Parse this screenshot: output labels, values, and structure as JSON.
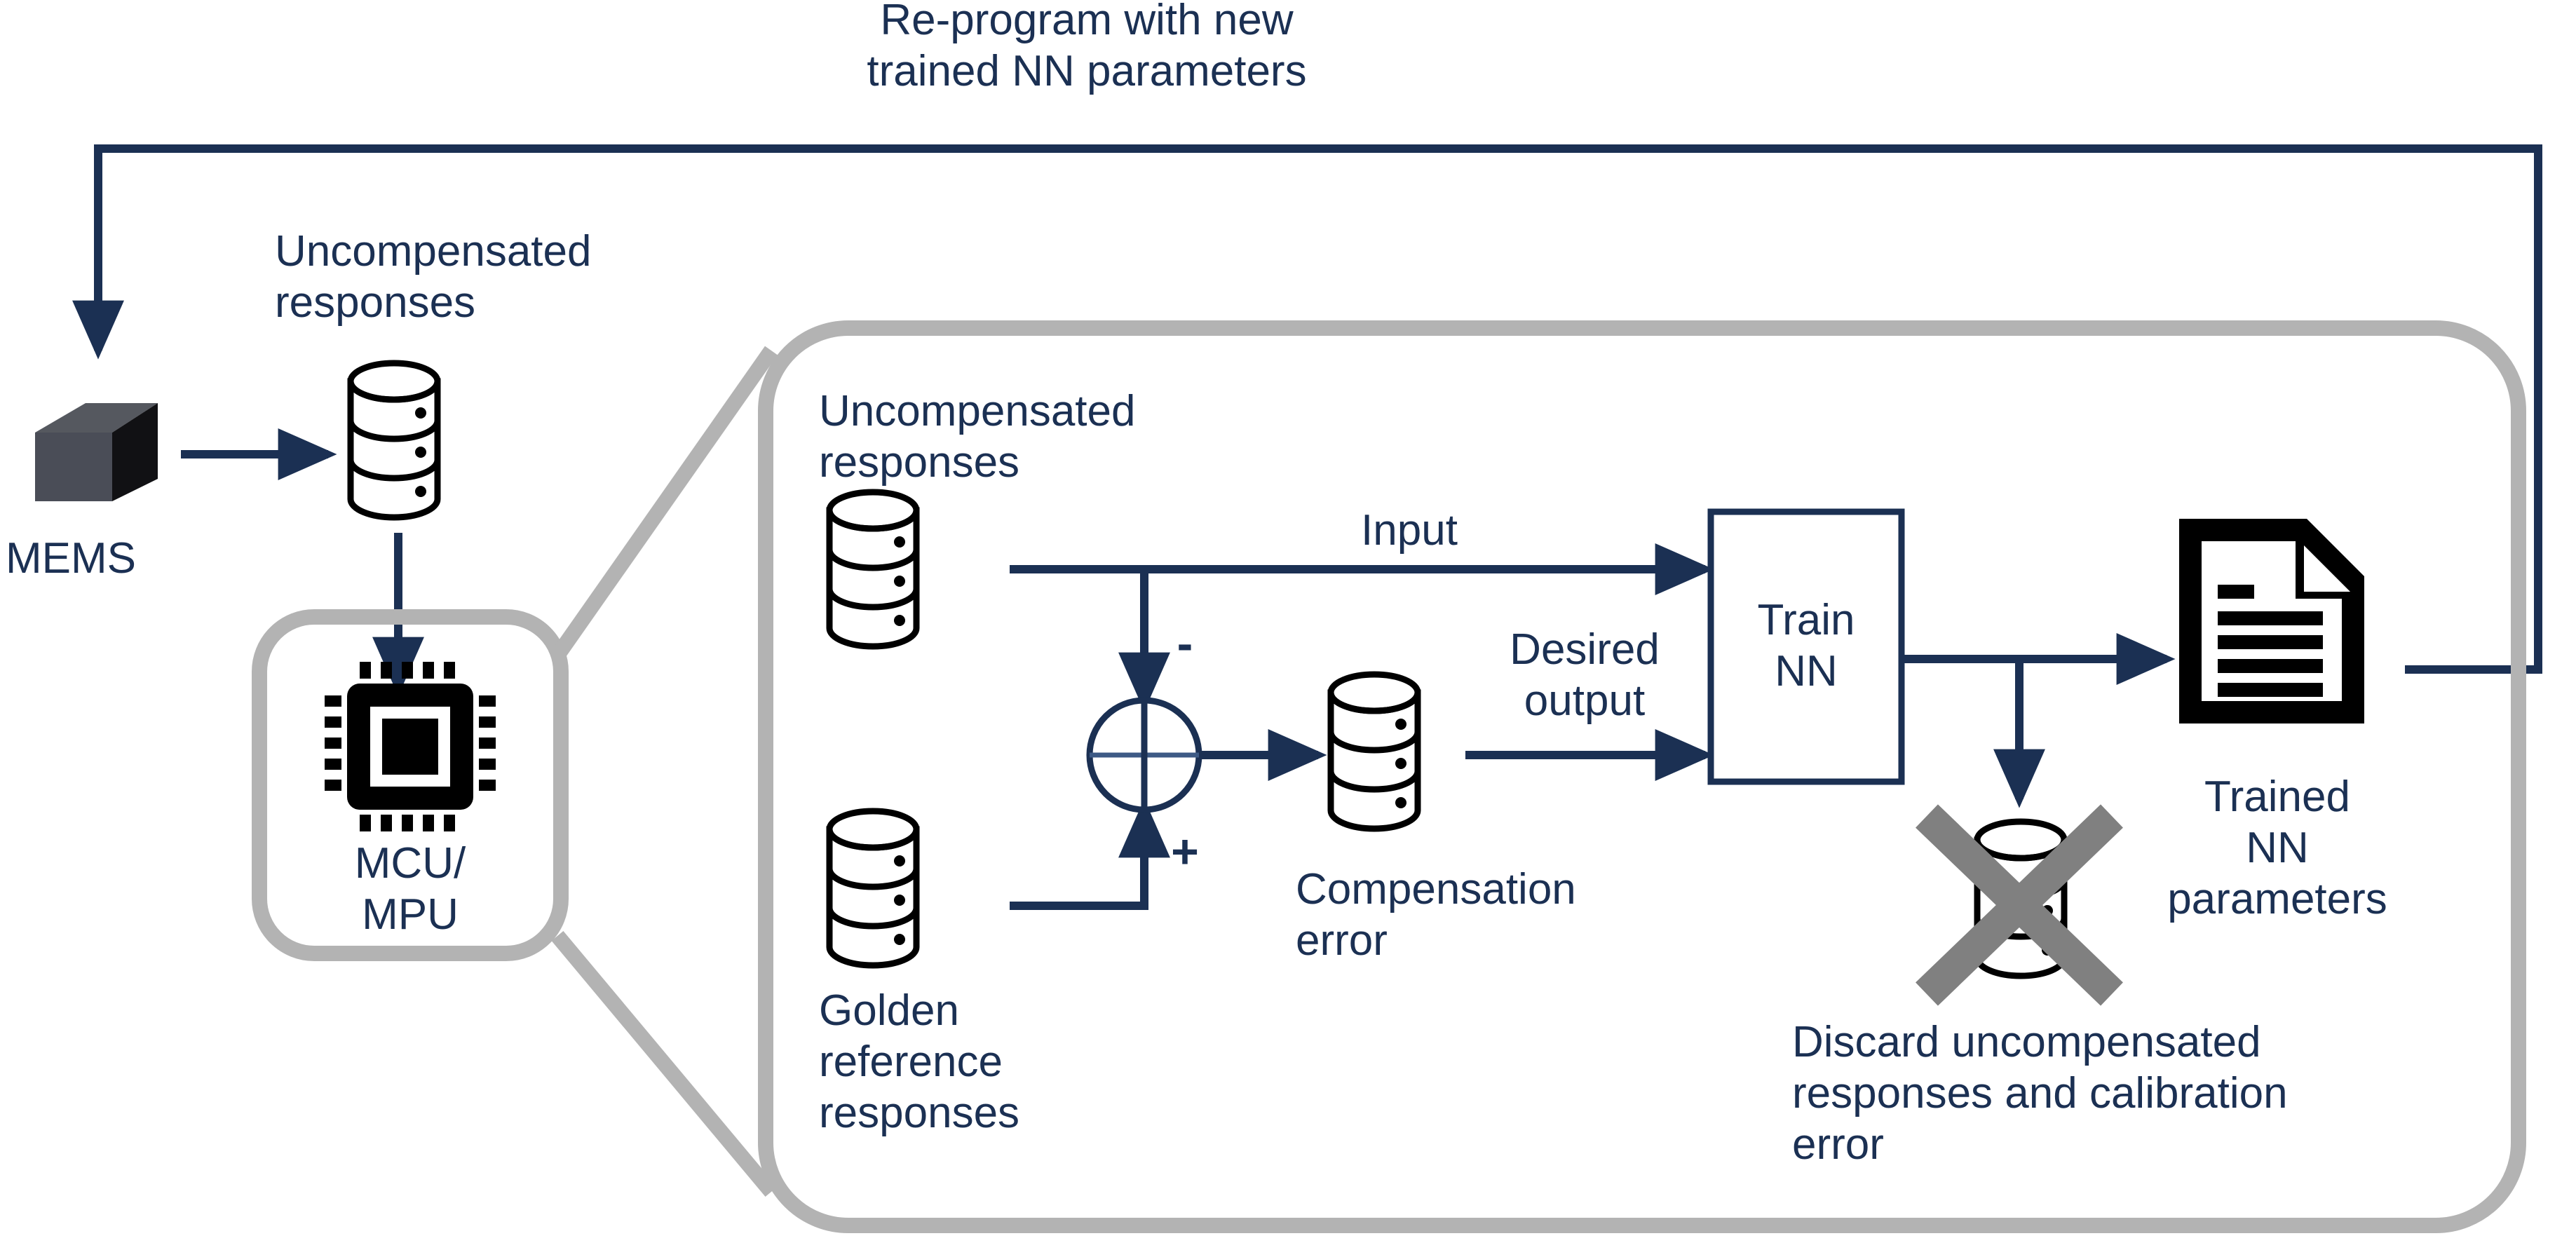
{
  "diagram": {
    "title_note": "Re-program with new\ntrained NN parameters",
    "colors": {
      "ink": "#1b3053",
      "panel_border": "#b3b3b3",
      "icon_black": "#000000",
      "mems_front": "#4a4d57",
      "mems_top": "#55585f",
      "mems_side": "#111114",
      "discard_x": "#808080",
      "canvas": "#ffffff"
    },
    "outer": {
      "feedback_label": "Re-program with new\ntrained NN parameters",
      "mems_label": "MEMS",
      "uncompensated_label": "Uncompensated\nresponses",
      "mcu_label": "MCU/\nMPU",
      "mems_icon": "cube-icon",
      "database_icon": "database-cylinder-icon",
      "chip_icon": "microchip-icon"
    },
    "panel": {
      "uncompensated_label": "Uncompensated\nresponses",
      "golden_label": "Golden\nreference\nresponses",
      "sum_minus": "-",
      "sum_plus": "+",
      "compensation_label": "Compensation\nerror",
      "input_label": "Input",
      "desired_output_label": "Desired\noutput",
      "train_nn_label": "Train\nNN",
      "trained_params_label": "Trained\nNN\nparameters",
      "discard_label": "Discard uncompensated\nresponses and calibration\nerror",
      "sum_icon": "summing-junction-icon",
      "document_icon": "document-lines-icon",
      "discard_icon": "database-crossed-out-icon"
    }
  }
}
